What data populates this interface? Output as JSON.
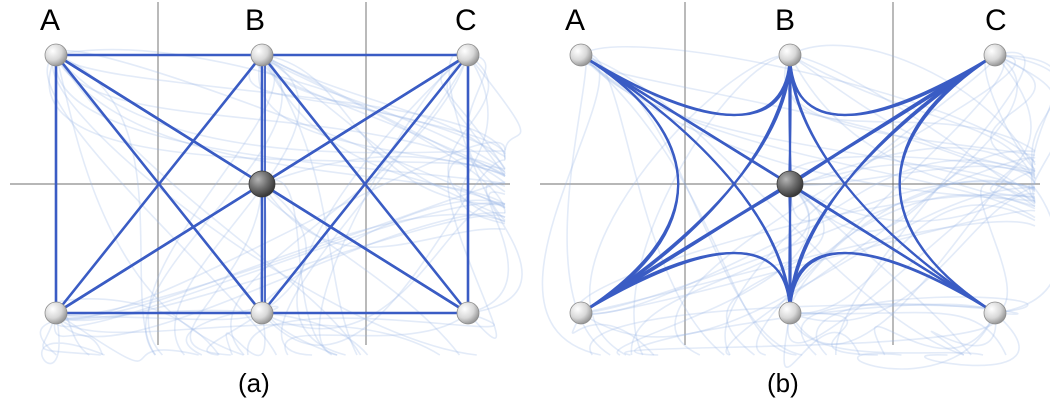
{
  "panels": [
    {
      "id": "a",
      "caption": "(a)",
      "node_labels": [
        "A",
        "B",
        "C"
      ],
      "edge_style": "straight"
    },
    {
      "id": "b",
      "caption": "(b)",
      "node_labels": [
        "A",
        "B",
        "C"
      ],
      "edge_style": "bundled-curved"
    }
  ],
  "colors": {
    "edge": "#3a5cc4",
    "faint_edge": "#9ab7e6",
    "grid": "#707070",
    "outer_node": "#e4e4e4",
    "center_node": "#6e6e6e"
  }
}
